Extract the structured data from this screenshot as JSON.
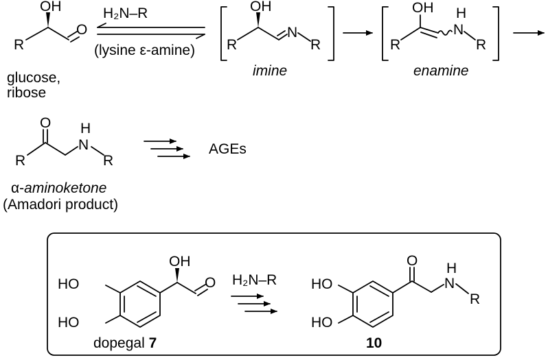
{
  "reagents": {
    "amine": "H₂N–R",
    "amine_note": "(lysine ε-amine)",
    "ages": "AGEs"
  },
  "compounds": {
    "sugar_name_1": "glucose,",
    "sugar_name_2": "ribose",
    "imine": "imine",
    "enamine": "enamine",
    "aminoketone_prefix": "α-",
    "aminoketone": "aminoketone",
    "amadori": "(Amadori product)",
    "dopegal": "dopegal ",
    "dopegal_num": "7",
    "product_num": "10"
  },
  "atoms": {
    "OH": "OH",
    "O": "O",
    "N": "N",
    "H": "H",
    "R": "R",
    "HO": "HO"
  },
  "box_reagent": "H₂N–R"
}
